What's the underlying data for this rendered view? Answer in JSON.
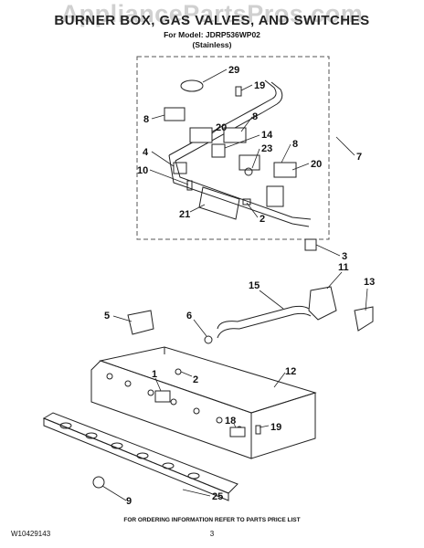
{
  "header": {
    "watermark": "AppliancePartsPros.com",
    "title": "BURNER BOX, GAS VALVES, AND SWITCHES",
    "model_line": "For Model: JDRP536WP02",
    "finish": "(Stainless)"
  },
  "callouts": [
    "29",
    "19",
    "8",
    "20",
    "8",
    "14",
    "23",
    "8",
    "20",
    "4",
    "10",
    "21",
    "2",
    "7",
    "3",
    "11",
    "13",
    "15",
    "5",
    "6",
    "12",
    "1",
    "2",
    "18",
    "19",
    "9",
    "25"
  ],
  "footer": {
    "note": "FOR ORDERING INFORMATION REFER TO PARTS PRICE LIST",
    "doc_id": "W10429143",
    "page": "3"
  },
  "colors": {
    "line": "#222222",
    "dash": "#555555"
  }
}
